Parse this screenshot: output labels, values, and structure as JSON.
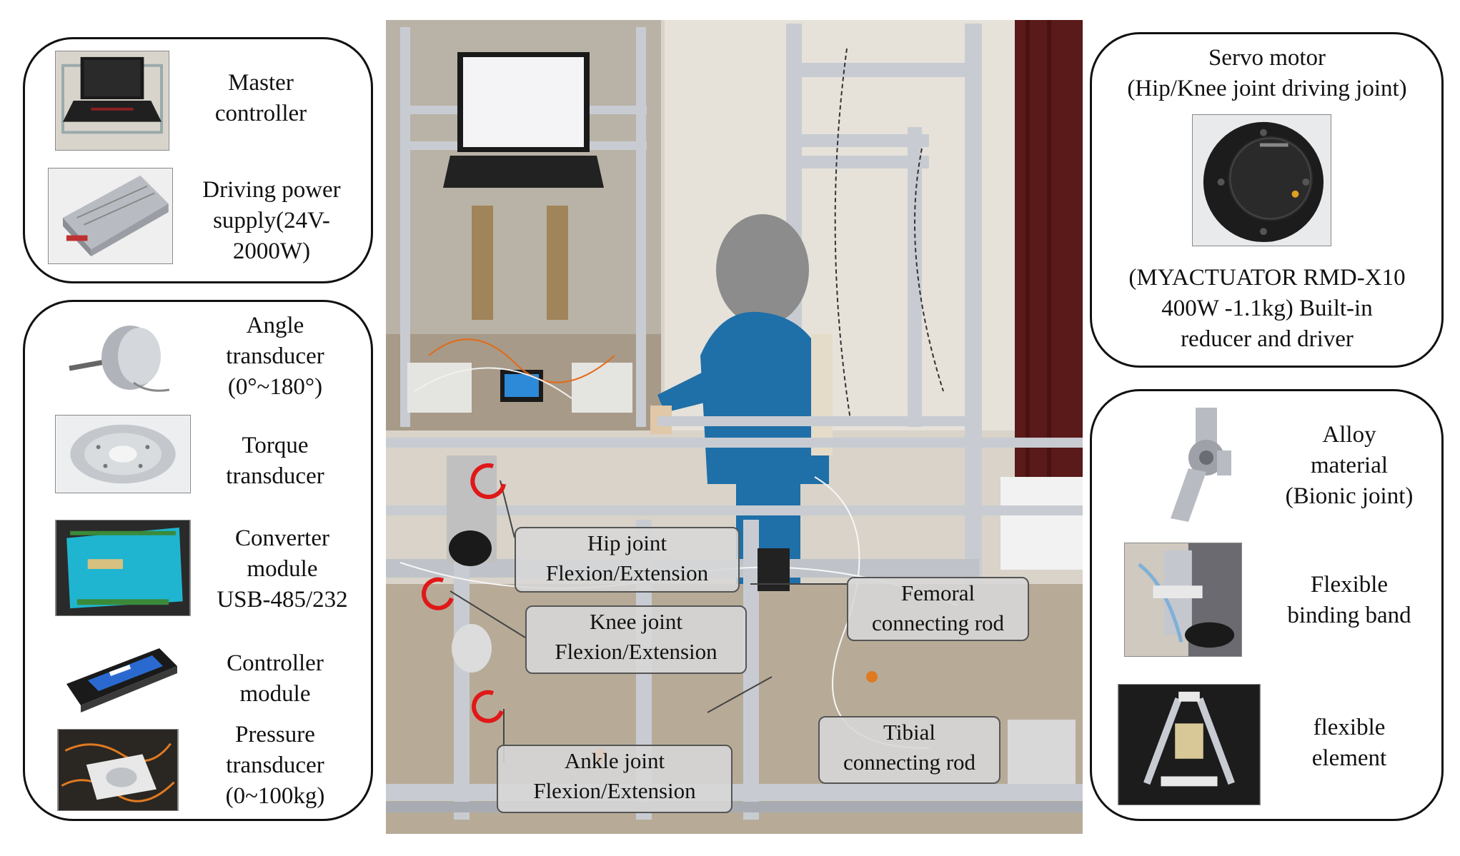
{
  "left_top_panel": {
    "items": [
      {
        "label": "Master\ncontroller",
        "icon": "laptop-icon"
      },
      {
        "label": "Driving power\nsupply(24V-\n2000W)",
        "icon": "power-supply-icon"
      }
    ]
  },
  "left_bottom_panel": {
    "items": [
      {
        "label": "Angle\ntransducer\n(0°~180°)",
        "icon": "angle-transducer-icon"
      },
      {
        "label": "Torque\ntransducer",
        "icon": "torque-transducer-icon"
      },
      {
        "label": "Converter\nmodule\nUSB-485/232",
        "icon": "converter-module-icon"
      },
      {
        "label": "Controller\nmodule",
        "icon": "controller-module-icon"
      },
      {
        "label": "Pressure\ntransducer\n(0~100kg)",
        "icon": "pressure-transducer-icon"
      }
    ]
  },
  "right_top_panel": {
    "title": "Servo motor\n(Hip/Knee joint driving joint)",
    "caption": "(MYACTUATOR RMD-X10\n400W -1.1kg) Built-in\nreducer and driver",
    "icon": "servo-motor-icon"
  },
  "right_bottom_panel": {
    "items": [
      {
        "label": "Alloy\nmaterial\n(Bionic joint)",
        "icon": "bionic-joint-icon"
      },
      {
        "label": "Flexible\nbinding band",
        "icon": "binding-band-icon"
      },
      {
        "label": "flexible\nelement",
        "icon": "flexible-element-icon"
      }
    ]
  },
  "center_callouts": {
    "hip": "Hip joint\nFlexion/Extension",
    "knee": "Knee joint\nFlexion/Extension",
    "ankle": "Ankle joint\nFlexion/Extension",
    "femoral": "Femoral\nconnecting rod",
    "tibial": "Tibial\nconnecting rod"
  },
  "colors": {
    "frame": "#c8ccd2",
    "rotation_marker": "#e01818",
    "jacket": "#1f6fa8",
    "curtain": "#5a1a1a"
  }
}
